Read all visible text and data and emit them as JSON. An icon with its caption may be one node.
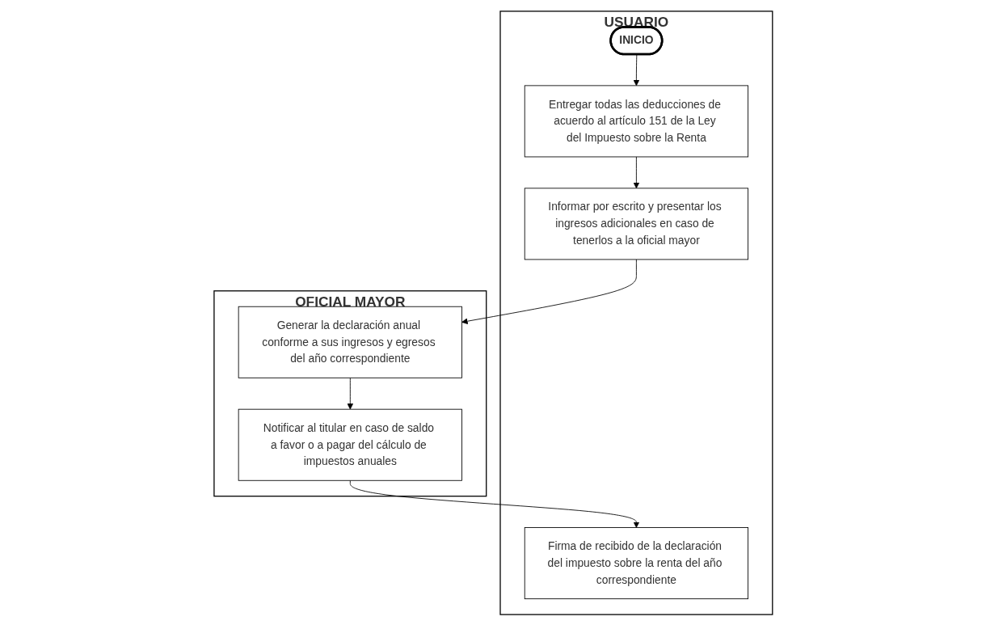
{
  "diagram": {
    "nodes": [
      {
        "text": [
          "USUARIO"
        ]
      },
      {
        "text": [
          "OFICIAL MAYOR"
        ]
      },
      {
        "text": [
          "INICIO"
        ],
        "in": 0
      },
      {
        "text": [
          "Entregar todas las deducciones de acuerdo al artículo 151 de la Ley del Impuesto sobre la Renta"
        ],
        "in": 0
      },
      {
        "text": [
          "Informar por escrito y presentar los ingresos adicionales en caso de tenerlos a la oficial mayor"
        ],
        "in": 0
      },
      {
        "text": [
          "Firma de recibido de la declaración del impuesto sobre la renta del año correspondiente"
        ],
        "in": 0
      },
      {
        "text": [
          "Generar la declaración anual conforme a sus ingresos y egresos del año correspondiente"
        ],
        "in": 1
      },
      {
        "text": [
          "Notificar al titular en caso de saldo a favor o a pagar del cálculo de impuestos anuales"
        ],
        "in": 1
      }
    ],
    "edges": [
      {
        "from": 2,
        "to": 3,
        "arrow": "to"
      },
      {
        "from": 3,
        "to": 4,
        "arrow": "to"
      },
      {
        "from": 4,
        "to": 6,
        "arrow": "to"
      },
      {
        "from": 6,
        "to": 7,
        "arrow": "to"
      },
      {
        "from": 7,
        "to": 5,
        "arrow": "to"
      }
    ]
  }
}
